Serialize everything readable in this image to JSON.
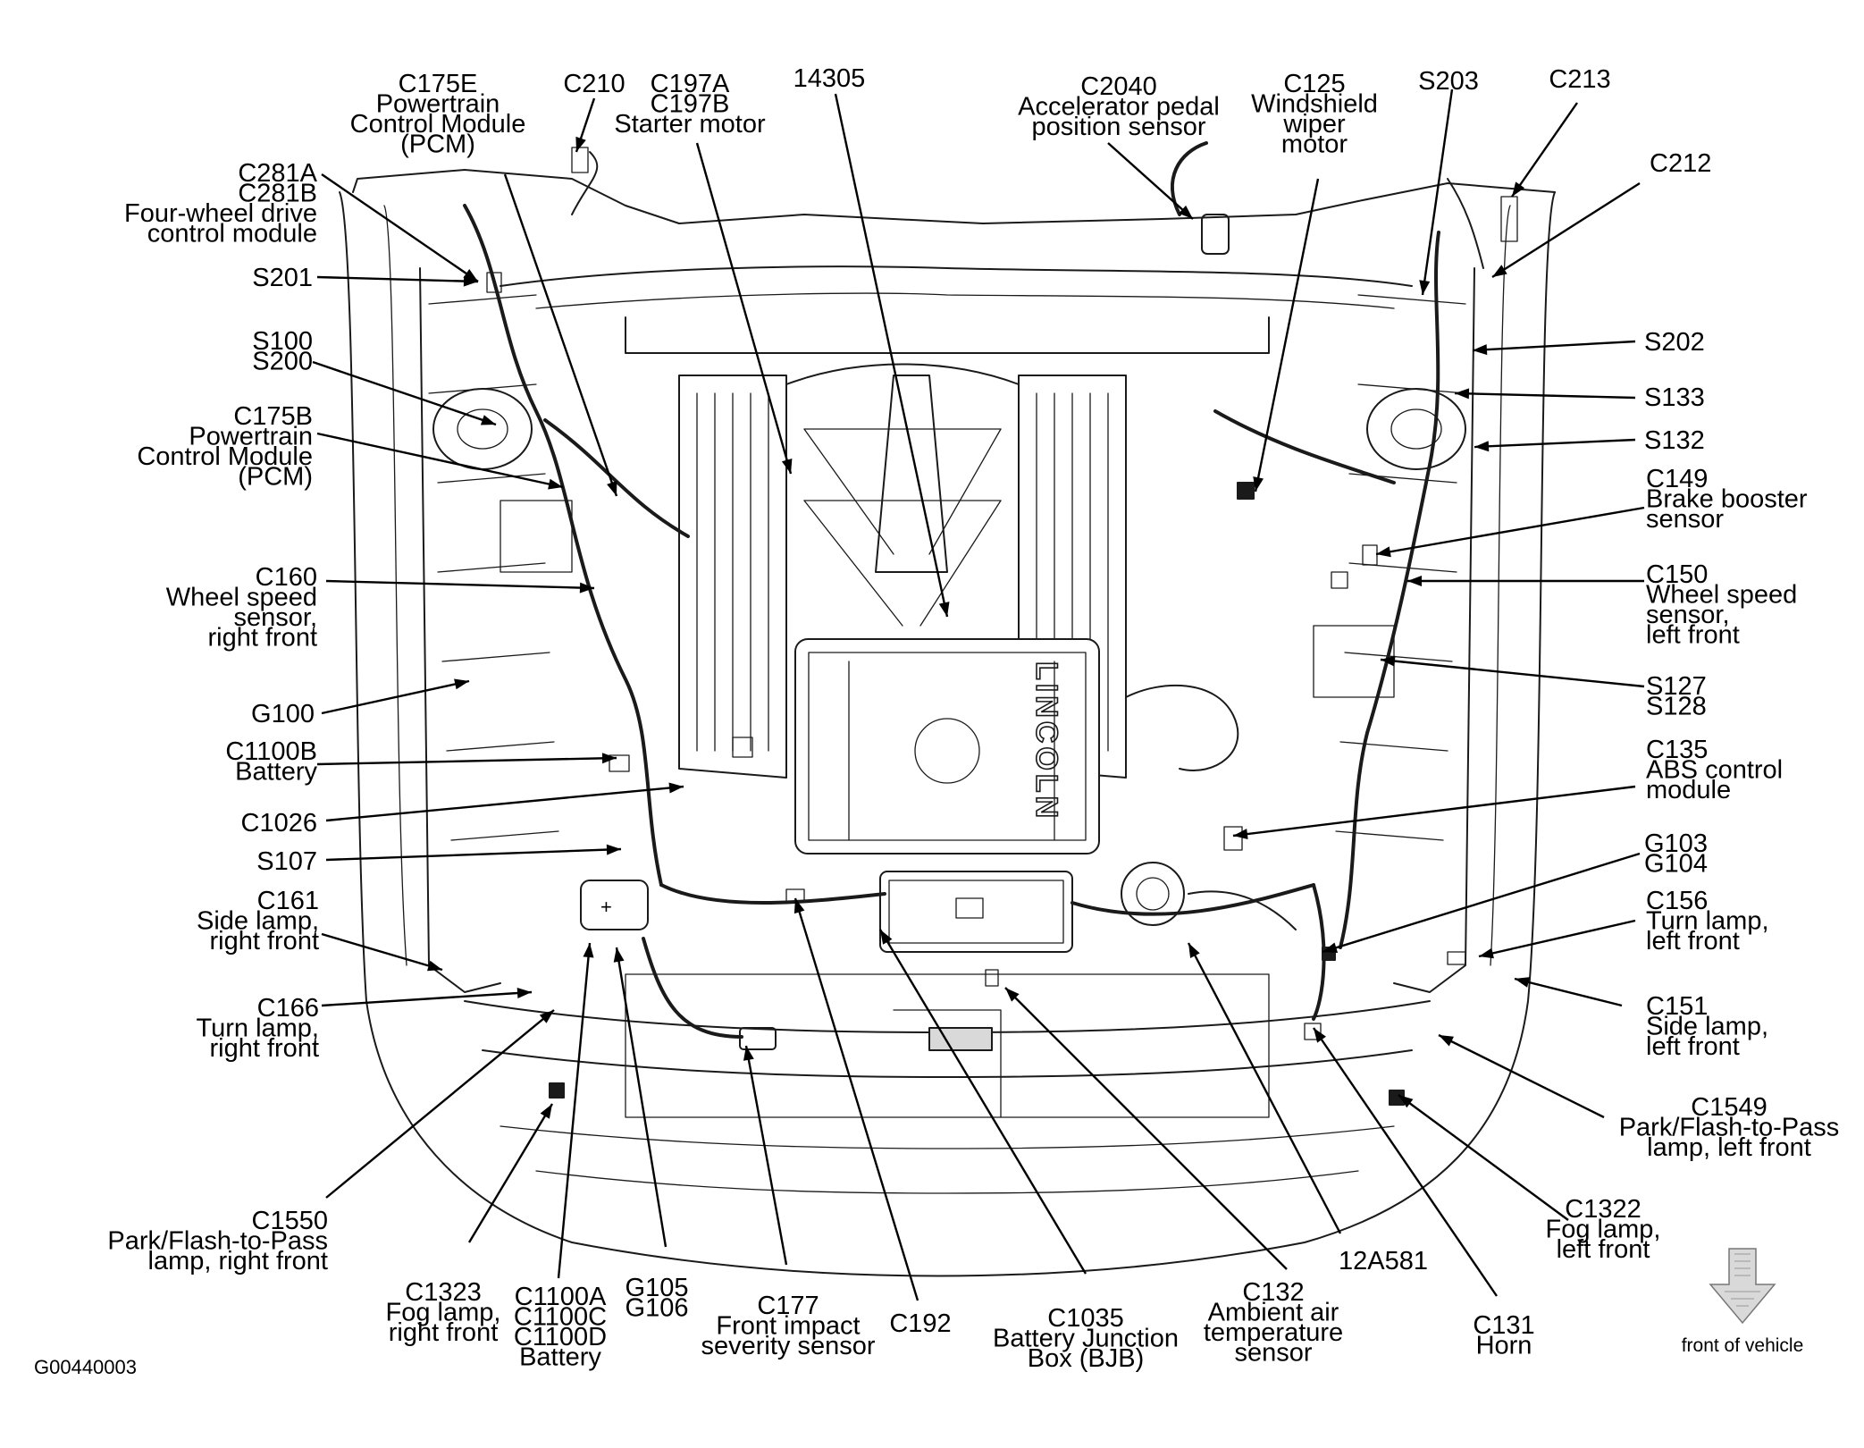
{
  "callouts": [
    {
      "id": "c175e",
      "lines": [
        "C175E",
        "Powertrain",
        "Control Module",
        "(PCM)"
      ]
    },
    {
      "id": "c210",
      "lines": [
        "C210"
      ]
    },
    {
      "id": "c197",
      "lines": [
        "C197A",
        "C197B",
        "Starter motor"
      ]
    },
    {
      "id": "n14305",
      "lines": [
        "14305"
      ]
    },
    {
      "id": "c2040",
      "lines": [
        "C2040",
        "Accelerator pedal",
        "position sensor"
      ]
    },
    {
      "id": "c125",
      "lines": [
        "C125",
        "Windshield",
        "wiper",
        "motor"
      ]
    },
    {
      "id": "s203",
      "lines": [
        "S203"
      ]
    },
    {
      "id": "c213",
      "lines": [
        "C213"
      ]
    },
    {
      "id": "c212",
      "lines": [
        "C212"
      ]
    },
    {
      "id": "c281",
      "lines": [
        "C281A",
        "C281B",
        "Four-wheel drive",
        "control module"
      ]
    },
    {
      "id": "s201",
      "lines": [
        "S201"
      ]
    },
    {
      "id": "s100",
      "lines": [
        "S100",
        "S200"
      ]
    },
    {
      "id": "c175b",
      "lines": [
        "C175B",
        "Powertrain",
        "Control Module",
        "(PCM)"
      ]
    },
    {
      "id": "c160",
      "lines": [
        "C160",
        "Wheel speed",
        "sensor,",
        "right front"
      ]
    },
    {
      "id": "g100",
      "lines": [
        "G100"
      ]
    },
    {
      "id": "c1100b",
      "lines": [
        "C1100B",
        "Battery"
      ]
    },
    {
      "id": "c1026",
      "lines": [
        "C1026"
      ]
    },
    {
      "id": "s107",
      "lines": [
        "S107"
      ]
    },
    {
      "id": "c161",
      "lines": [
        "C161",
        "Side lamp,",
        "right front"
      ]
    },
    {
      "id": "c166",
      "lines": [
        "C166",
        "Turn lamp,",
        "right front"
      ]
    },
    {
      "id": "c1550",
      "lines": [
        "C1550",
        "Park/Flash-to-Pass",
        "lamp, right front"
      ]
    },
    {
      "id": "c1323",
      "lines": [
        "C1323",
        "Fog lamp,",
        "right front"
      ]
    },
    {
      "id": "c1100a",
      "lines": [
        "C1100A",
        "C1100C",
        "C1100D",
        "Battery"
      ]
    },
    {
      "id": "g105",
      "lines": [
        "G105",
        "G106"
      ]
    },
    {
      "id": "c177",
      "lines": [
        "C177",
        "Front impact",
        "severity sensor"
      ]
    },
    {
      "id": "c192",
      "lines": [
        "C192"
      ]
    },
    {
      "id": "c1035",
      "lines": [
        "C1035",
        "Battery Junction",
        "Box (BJB)"
      ]
    },
    {
      "id": "c132",
      "lines": [
        "C132",
        "Ambient air",
        "temperature",
        "sensor"
      ]
    },
    {
      "id": "n12a581",
      "lines": [
        "12A581"
      ]
    },
    {
      "id": "c131",
      "lines": [
        "C131",
        "Horn"
      ]
    },
    {
      "id": "c1322",
      "lines": [
        "C1322",
        "Fog lamp,",
        "left front"
      ]
    },
    {
      "id": "c1549",
      "lines": [
        "C1549",
        "Park/Flash-to-Pass",
        "lamp, left front"
      ]
    },
    {
      "id": "c151",
      "lines": [
        "C151",
        "Side lamp,",
        "left front"
      ]
    },
    {
      "id": "c156",
      "lines": [
        "C156",
        "Turn lamp,",
        "left front"
      ]
    },
    {
      "id": "g103",
      "lines": [
        "G103",
        "G104"
      ]
    },
    {
      "id": "c135",
      "lines": [
        "C135",
        "ABS control",
        "module"
      ]
    },
    {
      "id": "s127",
      "lines": [
        "S127",
        "S128"
      ]
    },
    {
      "id": "c150",
      "lines": [
        "C150",
        "Wheel speed",
        "sensor,",
        "left front"
      ]
    },
    {
      "id": "c149",
      "lines": [
        "C149",
        "Brake booster",
        "sensor"
      ]
    },
    {
      "id": "s132",
      "lines": [
        "S132"
      ]
    },
    {
      "id": "s133",
      "lines": [
        "S133"
      ]
    },
    {
      "id": "s202",
      "lines": [
        "S202"
      ]
    }
  ],
  "figure_code": "G00440003",
  "orientation_label": "front of vehicle",
  "engine_cover_logo": "LINCOLN",
  "colors": {
    "ink": "#000000",
    "line_art": "#1a1a1a",
    "background": "#ffffff",
    "arrow_fill": "#d9d9d9"
  }
}
